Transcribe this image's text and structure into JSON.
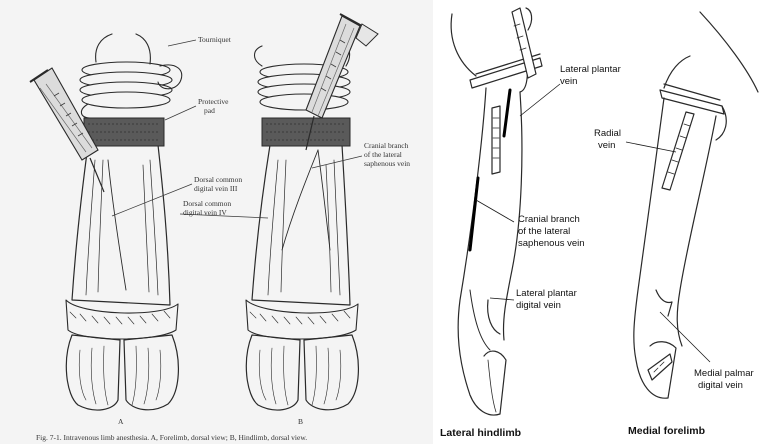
{
  "left_panel": {
    "labels": {
      "tourniquet": "Tourniquet",
      "protective_pad_1": "Protective",
      "protective_pad_2": "pad",
      "cranial_branch_1": "Cranial branch",
      "cranial_branch_2": "of the lateral",
      "cranial_branch_3": "saphenous vein",
      "dorsal_iii_1": "Dorsal common",
      "dorsal_iii_2": "digital vein III",
      "dorsal_iv_1": "Dorsal common",
      "dorsal_iv_2": "digital vein IV",
      "view_a": "A",
      "view_b": "B"
    },
    "caption": "Fig. 7-1. Intravenous limb anesthesia. A, Forelimb, dorsal view; B, Hindlimb, dorsal view."
  },
  "right_panel": {
    "labels": {
      "lateral_plantar_vein_1": "Lateral plantar",
      "lateral_plantar_vein_2": "vein",
      "radial_vein_1": "Radial",
      "radial_vein_2": "vein",
      "cranial_branch_1": "Cranial branch",
      "cranial_branch_2": "of the lateral",
      "cranial_branch_3": "saphenous vein",
      "lateral_plantar_digital_1": "Lateral plantar",
      "lateral_plantar_digital_2": "digital vein",
      "medial_palmar_1": "Medial palmar",
      "medial_palmar_2": "digital vein",
      "hindlimb_title": "Lateral hindlimb",
      "forelimb_title": "Medial forelimb"
    }
  },
  "colors": {
    "ink": "#2a2a2a",
    "left_background": "#f4f4f4",
    "right_background": "#ffffff",
    "shading": "#c8c8c8"
  }
}
